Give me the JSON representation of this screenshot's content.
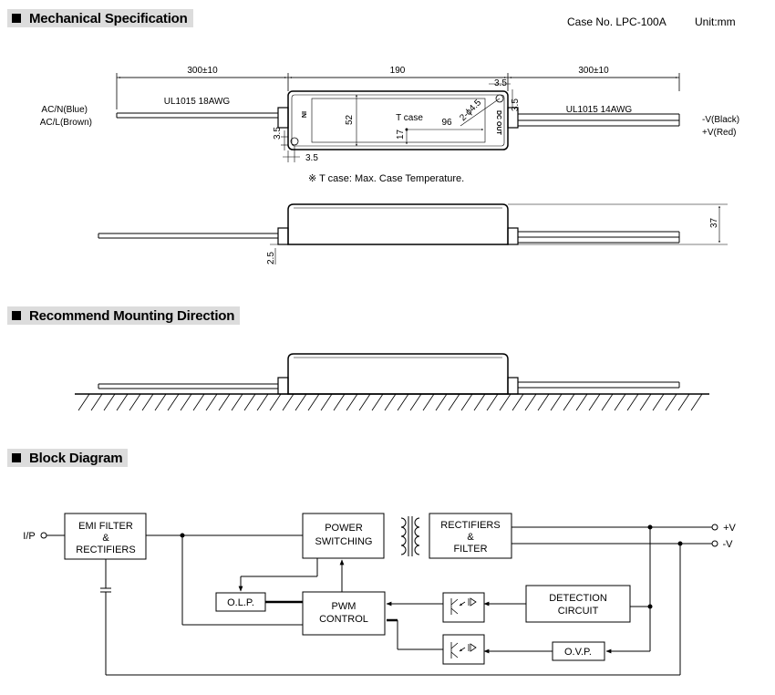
{
  "sections": {
    "mechanical": "Mechanical Specification",
    "mounting": "Recommend Mounting Direction",
    "block": "Block Diagram"
  },
  "header": {
    "case_no": "Case No. LPC-100A",
    "unit": "Unit:mm"
  },
  "drawing": {
    "dim_left_wire": "300±10",
    "dim_body": "190",
    "dim_right_wire": "300±10",
    "dim_35": "3.5",
    "dim_52": "52",
    "dim_96": "96",
    "dim_17": "17",
    "dim_hole": "2-ϕ4.5",
    "dim_37": "37",
    "dim_25": "2.5",
    "t_case": "T case",
    "wire_in": "UL1015 18AWG",
    "wire_out": "UL1015 14AWG",
    "ac_n": "AC/N(Blue)",
    "ac_l": "AC/L(Brown)",
    "v_neg": "-V(Black)",
    "v_pos": "+V(Red)",
    "in_mark": "IN",
    "dc_out_mark": "DC OUT",
    "tcase_note": "※ T case: Max. Case Temperature."
  },
  "blocks": {
    "ip": "I/P",
    "emi_1": "EMI FILTER",
    "emi_2": "&",
    "emi_3": "RECTIFIERS",
    "power_1": "POWER",
    "power_2": "SWITCHING",
    "rect_1": "RECTIFIERS",
    "rect_2": "&",
    "rect_3": "FILTER",
    "olp": "O.L.P.",
    "pwm_1": "PWM",
    "pwm_2": "CONTROL",
    "det_1": "DETECTION",
    "det_2": "CIRCUIT",
    "ovp": "O.V.P.",
    "out_pos": "+V",
    "out_neg": "-V"
  }
}
